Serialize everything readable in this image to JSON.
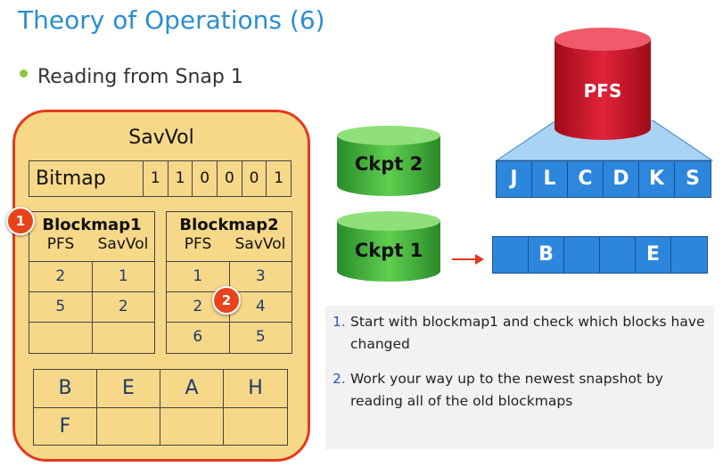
{
  "title": "Theory of Operations (6)",
  "bullet": "Reading from Snap 1",
  "savvol": {
    "title": "SavVol",
    "bitmap_label": "Bitmap",
    "bits": [
      "1",
      "1",
      "0",
      "0",
      "0",
      "1"
    ],
    "blockmap1": {
      "title": "Blockmap1",
      "col1": "PFS",
      "col2": "SavVol",
      "rows": [
        [
          "2",
          "1"
        ],
        [
          "5",
          "2"
        ],
        [
          "",
          ""
        ]
      ]
    },
    "blockmap2": {
      "title": "Blockmap2",
      "col1": "PFS",
      "col2": "SavVol",
      "rows": [
        [
          "1",
          "3"
        ],
        [
          "2",
          "4"
        ],
        [
          "6",
          "5"
        ]
      ]
    },
    "letters": [
      "B",
      "E",
      "A",
      "H",
      "F",
      "",
      "",
      ""
    ]
  },
  "badges": [
    "1",
    "2"
  ],
  "checkpoints": {
    "ckpt2": "Ckpt 2",
    "ckpt1": "Ckpt 1"
  },
  "pfs": {
    "label": "PFS",
    "blocks": [
      "J",
      "L",
      "C",
      "D",
      "K",
      "S"
    ]
  },
  "ckpt1_blocks": [
    "",
    "B",
    "",
    "",
    "E",
    ""
  ],
  "notes": [
    {
      "num": "1.",
      "text": "Start with blockmap1 and check which blocks have changed"
    },
    {
      "num": "2.",
      "text": "Work your way up to the newest snapshot by reading all of the old blockmaps"
    }
  ],
  "colors": {
    "title": "#2a8ed0",
    "savvol_fill": "#f7d889",
    "savvol_border": "#e33a1f",
    "cylinder_green": "#3aa83a",
    "cylinder_red": "#c8101e",
    "block_blue": "#2c87dc",
    "badge": "#e8441c"
  }
}
